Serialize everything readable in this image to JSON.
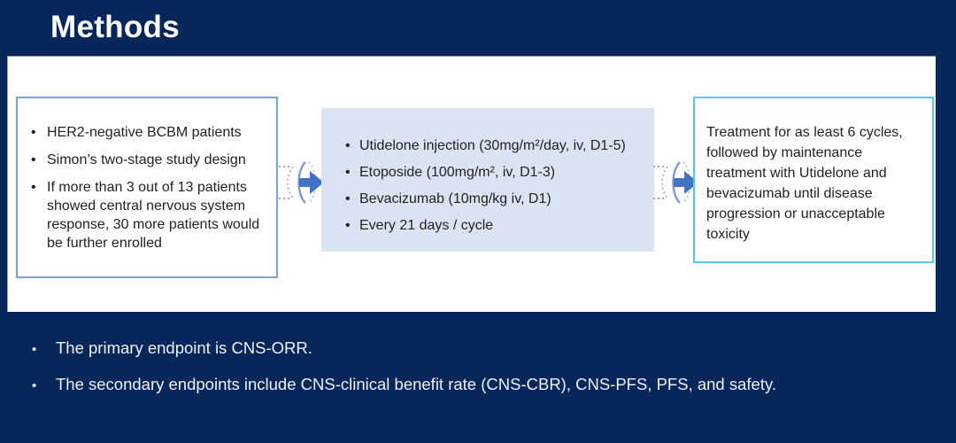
{
  "slide": {
    "title": "Methods"
  },
  "flow": {
    "left_box": {
      "bullets": [
        "HER2-negative BCBM patients",
        "Simon’s two-stage study design",
        "If more than 3 out of 13 patients showed central nervous system response, 30 more patients would be further enrolled"
      ]
    },
    "middle_box": {
      "bullets": [
        "Utidelone injection (30mg/m²/day, iv, D1-5)",
        "Etoposide (100mg/m², iv, D1-3)",
        "Bevacizumab (10mg/kg iv, D1)",
        "Every 21 days / cycle"
      ]
    },
    "right_box": {
      "text": "Treatment for as least 6 cycles, followed by maintenance treatment with Utidelone and bevacizumab until disease progression or unacceptable toxicity"
    }
  },
  "endpoints": {
    "bullets": [
      "The primary endpoint is CNS-ORR.",
      "The secondary endpoints include CNS-clinical benefit rate (CNS-CBR), CNS-PFS, PFS, and safety."
    ]
  },
  "icons": {
    "flow_arrow": "dotted-transition-arrow"
  },
  "colors": {
    "background": "#07265a",
    "panel": "#ffffff",
    "left_box_border": "#7f9fd6",
    "middle_box_fill": "#dbe3f3",
    "right_box_border": "#5ec6ee",
    "arrow_blue": "#4472c4",
    "body_text": "#222222",
    "title_text": "#ffffff"
  }
}
